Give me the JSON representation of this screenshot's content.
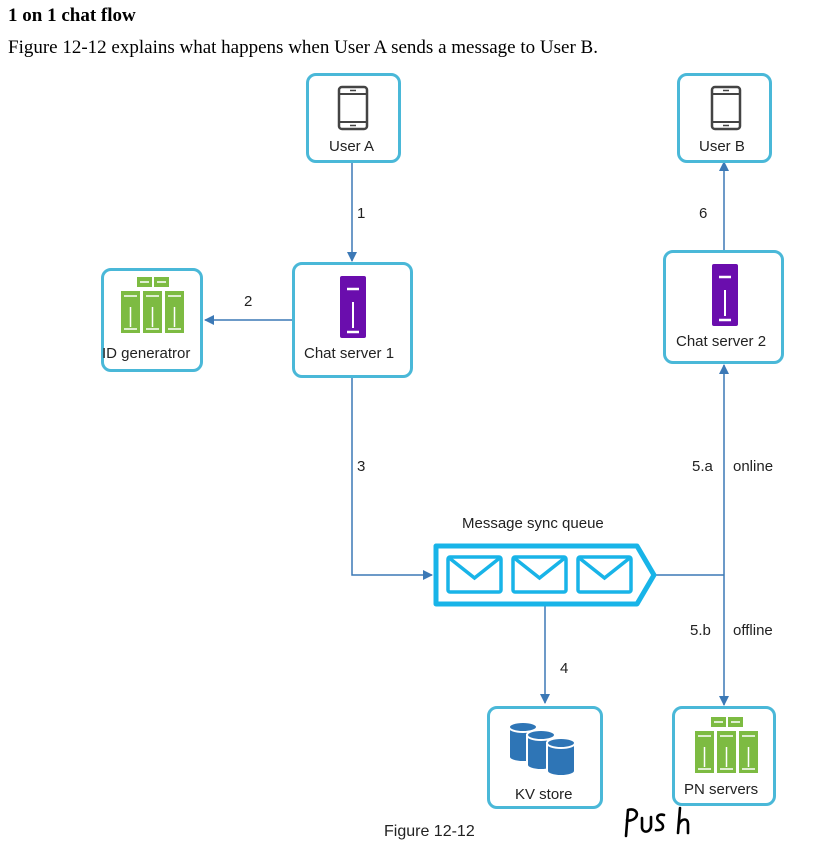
{
  "heading": "1 on 1 chat flow",
  "subtitle": "Figure 12-12 explains what happens when User A sends a message to User B.",
  "nodes": {
    "user_a": "User A",
    "user_b": "User B",
    "chat_server_1": "Chat server 1",
    "chat_server_2": "Chat server 2",
    "id_generator": "ID generatror",
    "kv_store": "KV store",
    "pn_servers": "PN servers",
    "queue": "Message sync queue"
  },
  "edges": {
    "e1": "1",
    "e2": "2",
    "e3": "3",
    "e4": "4",
    "e5a_num": "5.a",
    "e5a_text": "online",
    "e5b_num": "5.b",
    "e5b_text": "offline",
    "e6": "6"
  },
  "caption": "Figure 12-12",
  "handwritten_note": "Push",
  "colors": {
    "border": "#4ab8d8",
    "arrow": "#3c79b6",
    "server_purple": "#6a0dad",
    "server_green": "#7dbb42",
    "db_blue": "#2e75b6",
    "queue_cyan": "#18b4e8"
  }
}
